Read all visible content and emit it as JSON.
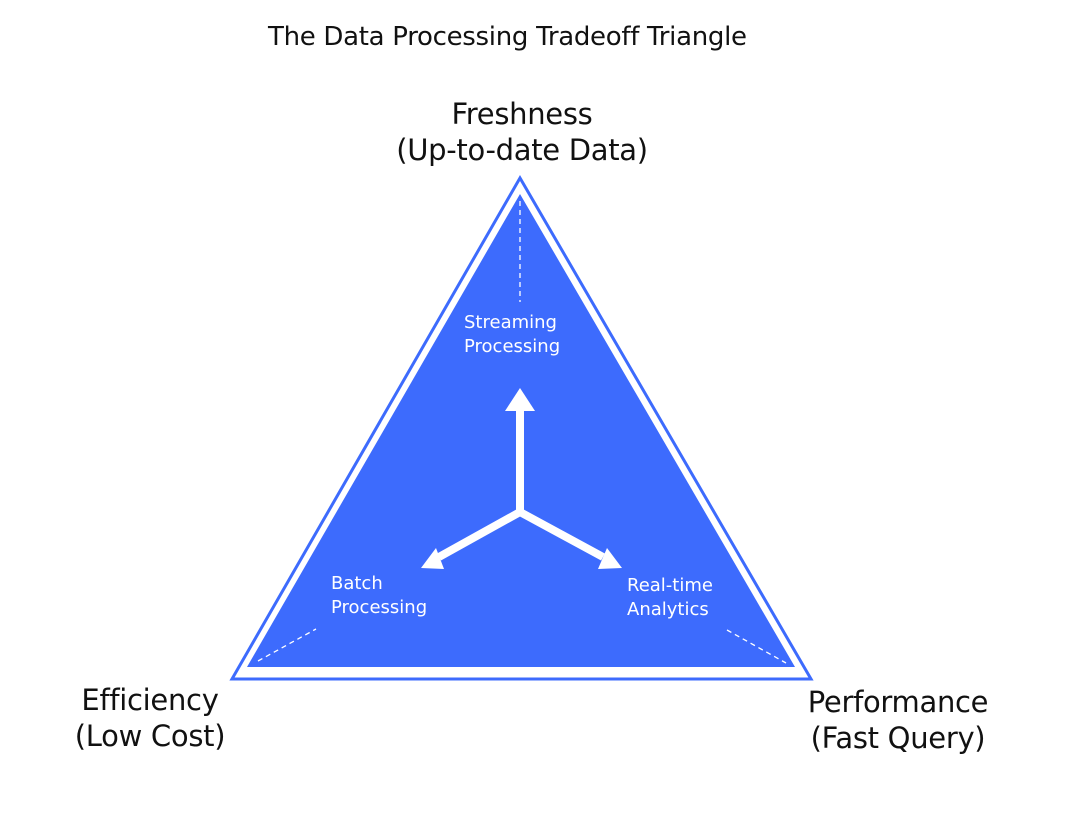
{
  "title": "The Data Processing Tradeoff Triangle",
  "vertices": {
    "top": {
      "line1": "Freshness",
      "line2": "(Up-to-date Data)"
    },
    "left": {
      "line1": "Efficiency",
      "line2": "(Low Cost)"
    },
    "right": {
      "line1": "Performance",
      "line2": "(Fast Query)"
    }
  },
  "inner": {
    "streaming": {
      "line1": "Streaming",
      "line2": "Processing"
    },
    "batch": {
      "line1": "Batch",
      "line2": "Processing"
    },
    "realtime": {
      "line1": "Real-time",
      "line2": "Analytics"
    }
  },
  "colors": {
    "fill": "#3d6bfd",
    "outline": "#3d6bfd",
    "inner_text": "#ffffff",
    "arrow": "#ffffff"
  }
}
